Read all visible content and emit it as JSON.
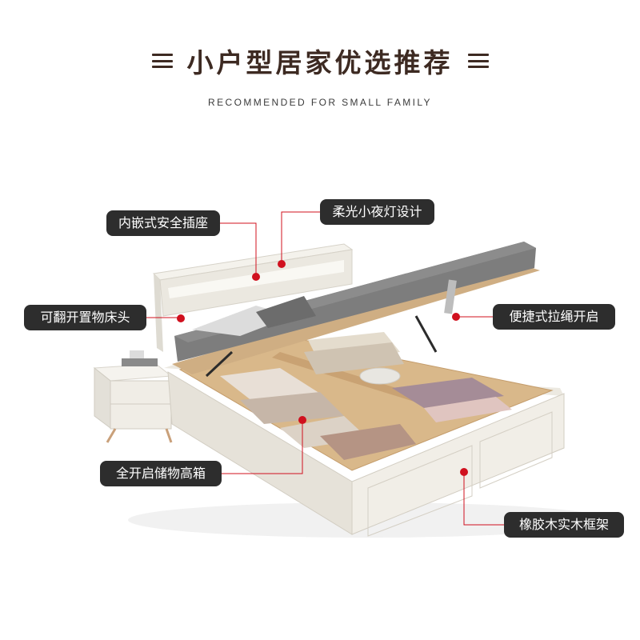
{
  "header": {
    "title": "小户型居家优选推荐",
    "subtitle": "RECOMMENDED FOR SMALL FAMILY"
  },
  "callouts": {
    "socket": "内嵌式安全插座",
    "night_light": "柔光小夜灯设计",
    "headboard": "可翻开置物床头",
    "pull_rope": "便捷式拉绳开启",
    "storage": "全开启储物高箱",
    "frame": "橡胶木实木框架"
  },
  "colors": {
    "title": "#3d2a22",
    "callout_bg": "#2d2d2d",
    "callout_text": "#ffffff",
    "pointer": "#d0101e",
    "bed_frame": "#efece5",
    "mattress": "#7d7d7d",
    "wood": "#d9b88a"
  },
  "icons": [
    "menu-lines-icon",
    "red-dot-pointer-icon"
  ]
}
